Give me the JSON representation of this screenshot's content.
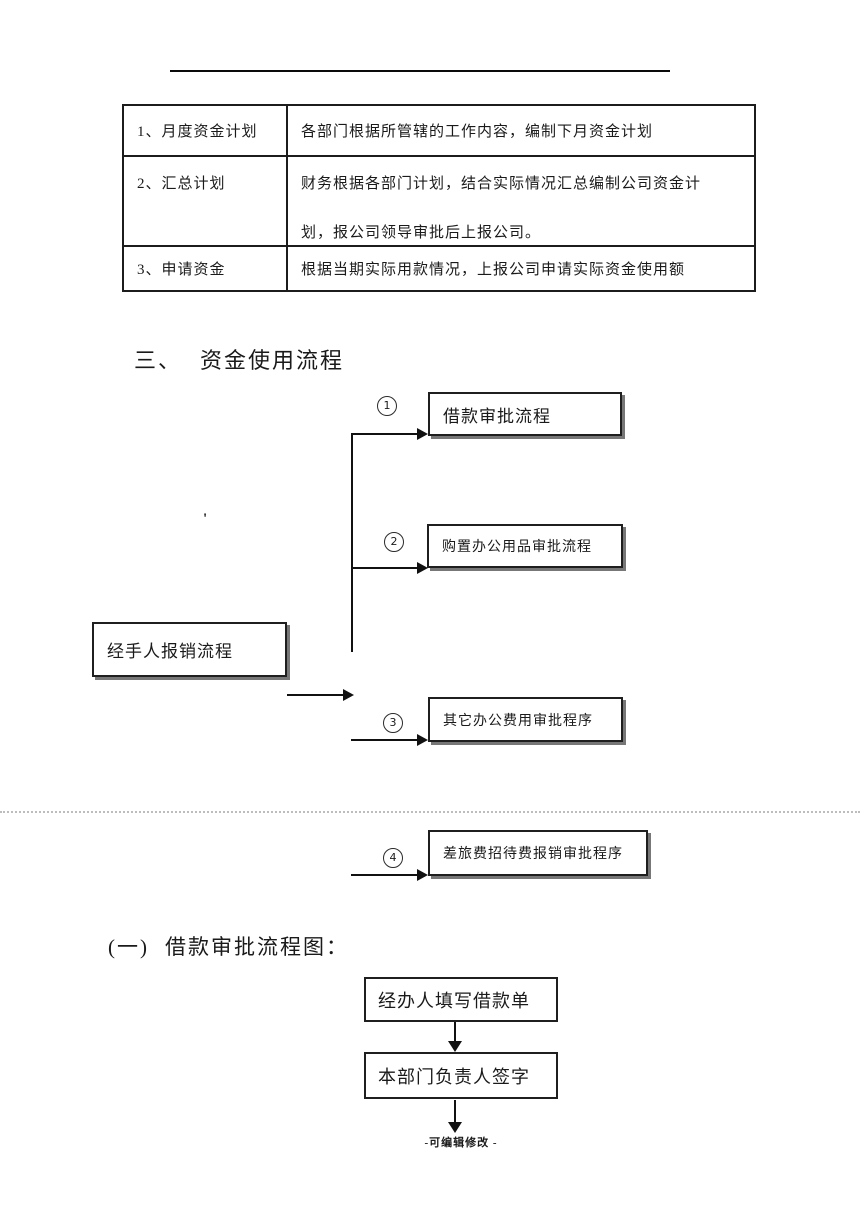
{
  "section": {
    "number": "三、",
    "title": "资金使用流程"
  },
  "subsection": {
    "number": "(一)",
    "title": "借款审批流程图："
  },
  "plan_table": {
    "rows": [
      {
        "label": "1、月度资金计划",
        "lines": [
          "各部门根据所管辖的工作内容，编制下月资金计划"
        ]
      },
      {
        "label": "2、汇总计划",
        "lines": [
          "财务根据各部门计划，结合实际情况汇总编制公司资金计",
          "划，报公司领导审批后上报公司。"
        ]
      },
      {
        "label": "3、申请资金",
        "lines": [
          "根据当期实际用款情况，上报公司申请实际资金使用额"
        ]
      }
    ]
  },
  "usage_flowchart": {
    "source_box": "经手人报销流程",
    "stray_mark": "'",
    "branches": [
      {
        "symbol": "①",
        "digit": "1",
        "label": "借款审批流程"
      },
      {
        "symbol": "②",
        "digit": "2",
        "label": "购置办公用品审批流程"
      },
      {
        "symbol": "③",
        "digit": "3",
        "label": "其它办公费用审批程序"
      },
      {
        "symbol": "④",
        "digit": "4",
        "label": "差旅费招待费报销审批程序"
      }
    ]
  },
  "loan_flowchart": {
    "steps": [
      "经办人填写借款单",
      "本部门负责人签字"
    ]
  },
  "footer": {
    "note": "-可编辑修改 -"
  },
  "colors": {
    "ink": "#1a1a1a",
    "box_shadow": "#777777",
    "dotted_rule": "#bdbdbd",
    "background": "#ffffff"
  }
}
